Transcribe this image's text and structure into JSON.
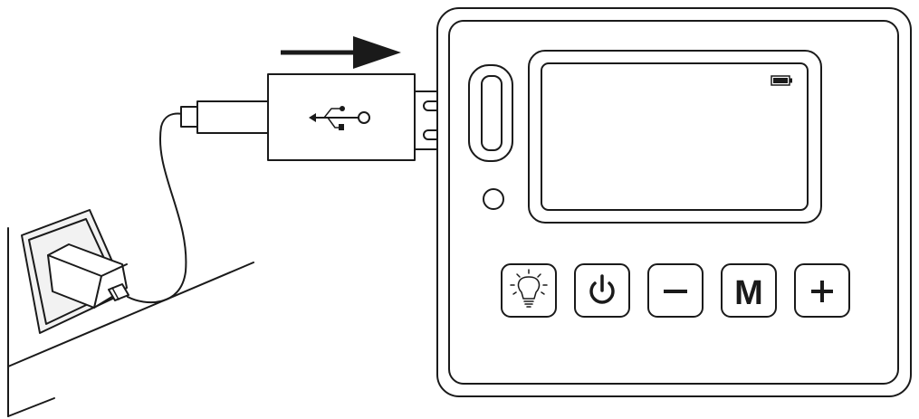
{
  "buttons": [
    {
      "id": "light",
      "icon": "lightbulb-icon",
      "label": ""
    },
    {
      "id": "power",
      "icon": "power-icon",
      "label": ""
    },
    {
      "id": "minus",
      "icon": "minus-icon",
      "label": "−"
    },
    {
      "id": "mode",
      "icon": "",
      "label": "M"
    },
    {
      "id": "plus",
      "icon": "plus-icon",
      "label": "+"
    }
  ],
  "display": {
    "battery_indicator": "battery-icon",
    "battery_level": 1.0
  },
  "arrow_direction": "right",
  "usb_symbol": "usb-icon",
  "colors": {
    "line": "#1a1a1a",
    "background": "#ffffff",
    "wall_plate": "#f2f2f2"
  }
}
